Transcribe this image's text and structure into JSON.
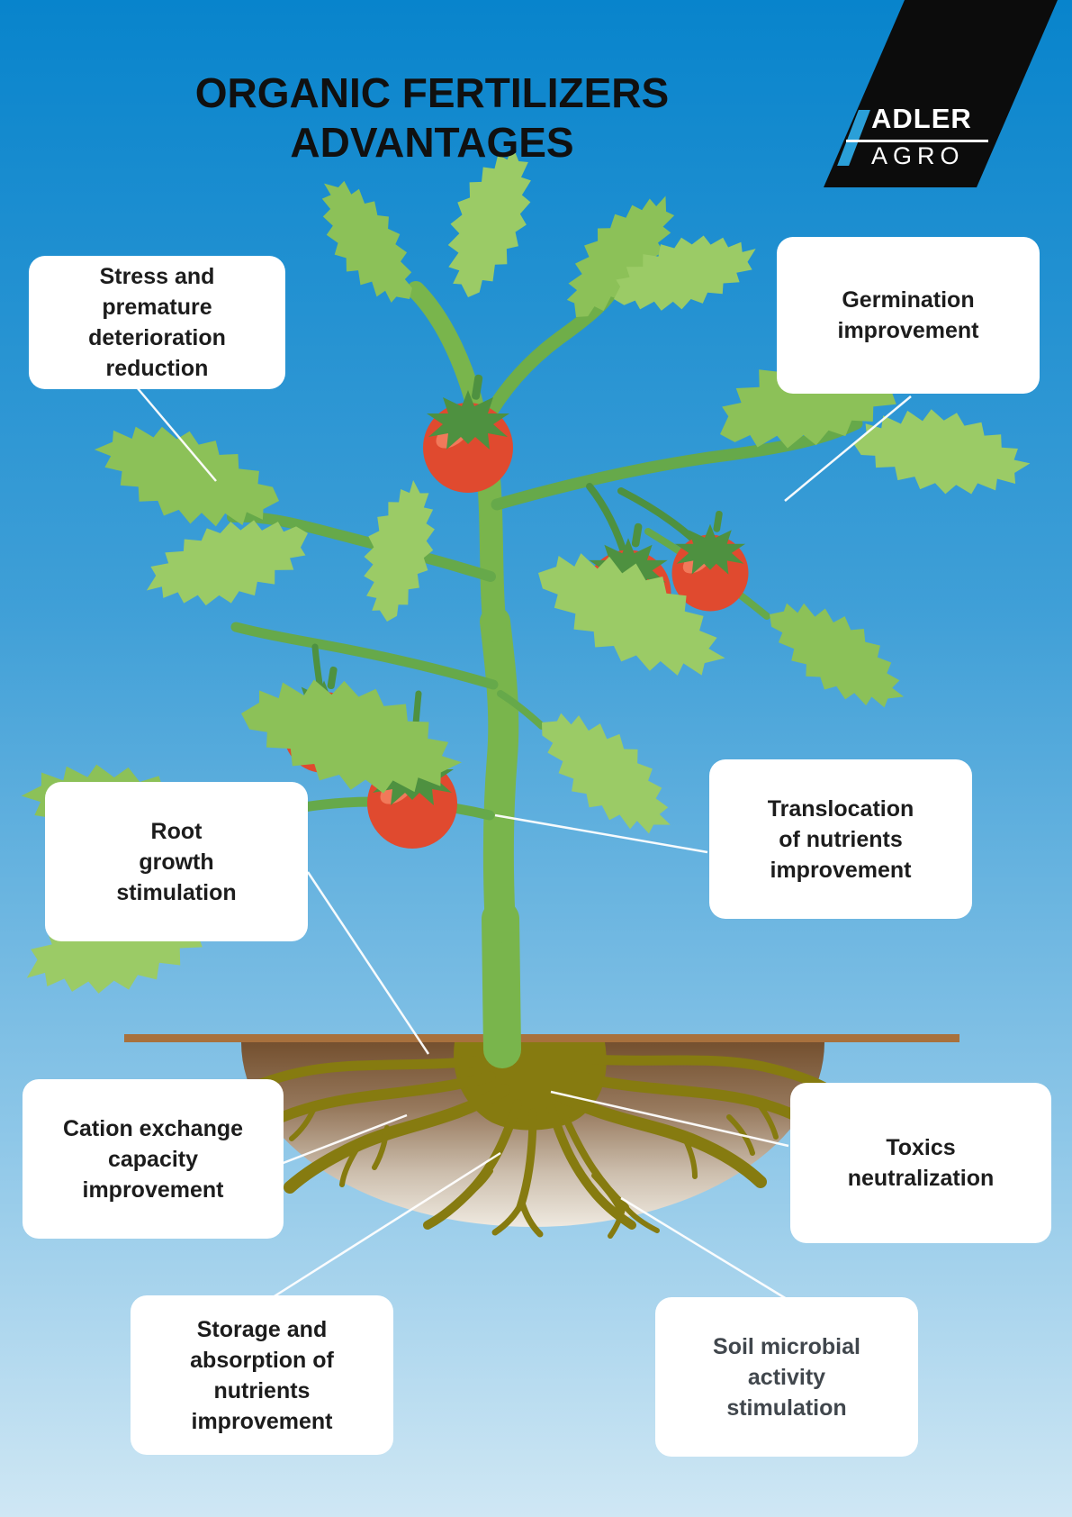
{
  "title": {
    "text": "ORGANIC FERTILIZERS\nADVANTAGES"
  },
  "logo": {
    "brand_top": "ADLER",
    "brand_bottom": "AGRO"
  },
  "callouts": {
    "stress": {
      "label": "Stress and premature deterioration reduction",
      "lines": [
        "Stress and",
        "premature",
        "deterioration",
        "reduction"
      ]
    },
    "germination": {
      "label": "Germination improvement",
      "lines": [
        "Germination",
        "improvement"
      ]
    },
    "root": {
      "label": "Root growth stimulation",
      "lines": [
        "Root",
        "growth",
        "stimulation"
      ]
    },
    "translocation": {
      "label": "Translocation of nutrients improvement",
      "lines": [
        "Translocation",
        "of nutrients",
        "improvement"
      ]
    },
    "cation": {
      "label": "Cation exchange capacity improvement",
      "lines": [
        "Cation exchange",
        "capacity",
        "improvement"
      ]
    },
    "toxics": {
      "label": "Toxics neutralization",
      "lines": [
        "Toxics",
        "neutralization"
      ]
    },
    "storage": {
      "label": "Storage and absorption of nutrients improvement",
      "lines": [
        "Storage and",
        "absorption of",
        "nutrients",
        "improvement"
      ]
    },
    "microbial": {
      "label": "Soil microbial activity stimulation",
      "lines": [
        "Soil microbial",
        "activity",
        "stimulation"
      ]
    }
  },
  "theme": {
    "sky_top": "#0884cc",
    "sky_mid": "#3f9fd7",
    "sky_low": "#8ec7e8",
    "sky_bottom": "#cfe7f4",
    "box_bg": "#ffffff",
    "text_dark": "#1c1c1c",
    "text_gray": "#41474d",
    "soil_line": "#a8713d",
    "soil_dark": "#74502f",
    "soil_light": "#f0ebe2",
    "root_olive": "#867b10",
    "stem_green": "#79b54c",
    "leaf_green": "#8cc158",
    "leaf_green_alt": "#9bcb66",
    "tomato_red": "#e04a2f",
    "tomato_highlight": "#f1795a",
    "sepal_green": "#4e9140",
    "logo_bg": "#0c0c0c",
    "logo_accent": "#2a9fd8",
    "connector_line": "#ffffff"
  }
}
